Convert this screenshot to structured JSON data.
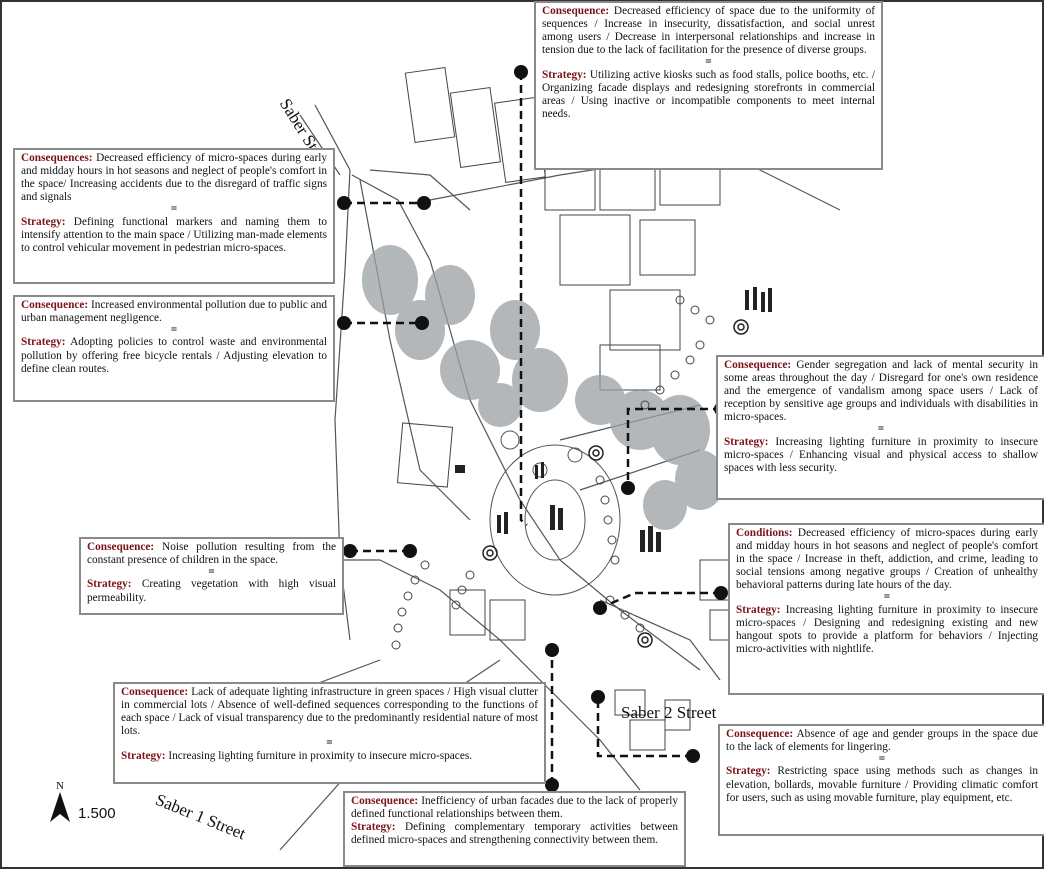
{
  "streets": {
    "saber": "Saber Street",
    "saber1": "Saber 1 Street",
    "saber2": "Saber 2 Street"
  },
  "north": {
    "label": "N",
    "scale": "1.500"
  },
  "boxes": [
    {
      "id": "top-center",
      "label": "Consequence:",
      "consequence": "Decreased efficiency of space due to the uniformity of sequences / Increase in insecurity, dissatisfaction, and social unrest among users / Decrease in interpersonal relationships and increase in tension due to the lack of facilitation for the presence of diverse groups.",
      "strategy_label": "Strategy:",
      "strategy": "Utilizing active kiosks such as food stalls, police booths, etc. / Organizing facade displays and redesigning storefronts in commercial areas / Using inactive or incompatible components to meet internal needs."
    },
    {
      "id": "left-1",
      "label": "Consequences:",
      "consequence": "Decreased efficiency of micro-spaces during early and midday hours in hot seasons and neglect of people's comfort in the space/ Increasing accidents due to the disregard of traffic signs and signals",
      "strategy_label": "Strategy:",
      "strategy": "Defining functional markers and naming them to intensify attention to the main space / Utilizing man-made elements to control vehicular movement in pedestrian micro-spaces."
    },
    {
      "id": "left-2",
      "label": "Consequence:",
      "consequence": "Increased environmental pollution due to public and urban management negligence.",
      "strategy_label": "Strategy:",
      "strategy": "Adopting policies to control waste and environmental pollution by offering free bicycle rentals / Adjusting elevation to define clean routes."
    },
    {
      "id": "right-1",
      "label": "Consequence:",
      "consequence": "Gender segregation and lack of mental security in some areas throughout the day / Disregard for one's own residence and the emergence of vandalism among space users / Lack of reception by sensitive age groups and individuals with disabilities in micro-spaces.",
      "strategy_label": "Strategy:",
      "strategy": "Increasing lighting furniture in proximity to insecure micro-spaces / Enhancing visual and physical access to shallow spaces with less security."
    },
    {
      "id": "left-3",
      "label": "Consequence:",
      "consequence": "Noise pollution resulting from the constant presence of children in the space.",
      "strategy_label": "Strategy:",
      "strategy": "Creating vegetation with high visual permeability."
    },
    {
      "id": "right-2",
      "label": "Conditions:",
      "consequence": "Decreased efficiency of micro-spaces during early and midday hours in hot seasons and neglect of people's comfort in the space / Increase in theft, addiction, and crime, leading to social tensions among negative groups / Creation of unhealthy behavioral patterns during late hours of the day.",
      "strategy_label": "Strategy:",
      "strategy": "Increasing lighting furniture in proximity to insecure micro-spaces / Designing and redesigning existing and new hangout spots to provide a platform for behaviors / Injecting micro-activities with nightlife."
    },
    {
      "id": "bottom-left",
      "label": "Consequence:",
      "consequence": "Lack of adequate lighting infrastructure in green spaces / High visual clutter in commercial lots / Absence of well-defined sequences corresponding to the functions of each space / Lack of visual transparency due to the predominantly residential nature of most lots.",
      "strategy_label": "Strategy:",
      "strategy": "Increasing lighting furniture in proximity to insecure micro-spaces."
    },
    {
      "id": "right-3",
      "label": "Consequence:",
      "consequence": "Absence of age and gender groups in the space due to the lack of elements for lingering.",
      "strategy_label": "Strategy:",
      "strategy": "Restricting space using methods such as changes in elevation, bollards, movable furniture / Providing climatic comfort for users, such as using movable furniture, play equipment, etc."
    },
    {
      "id": "bottom-center",
      "label": "Consequence:",
      "consequence": "Inefficiency of urban facades due to the lack of properly defined functional relationships between them.",
      "strategy_label": "Strategy:",
      "strategy": "Defining complementary temporary activities between defined micro-spaces and strengthening connectivity between them."
    }
  ],
  "equals_sign": "="
}
